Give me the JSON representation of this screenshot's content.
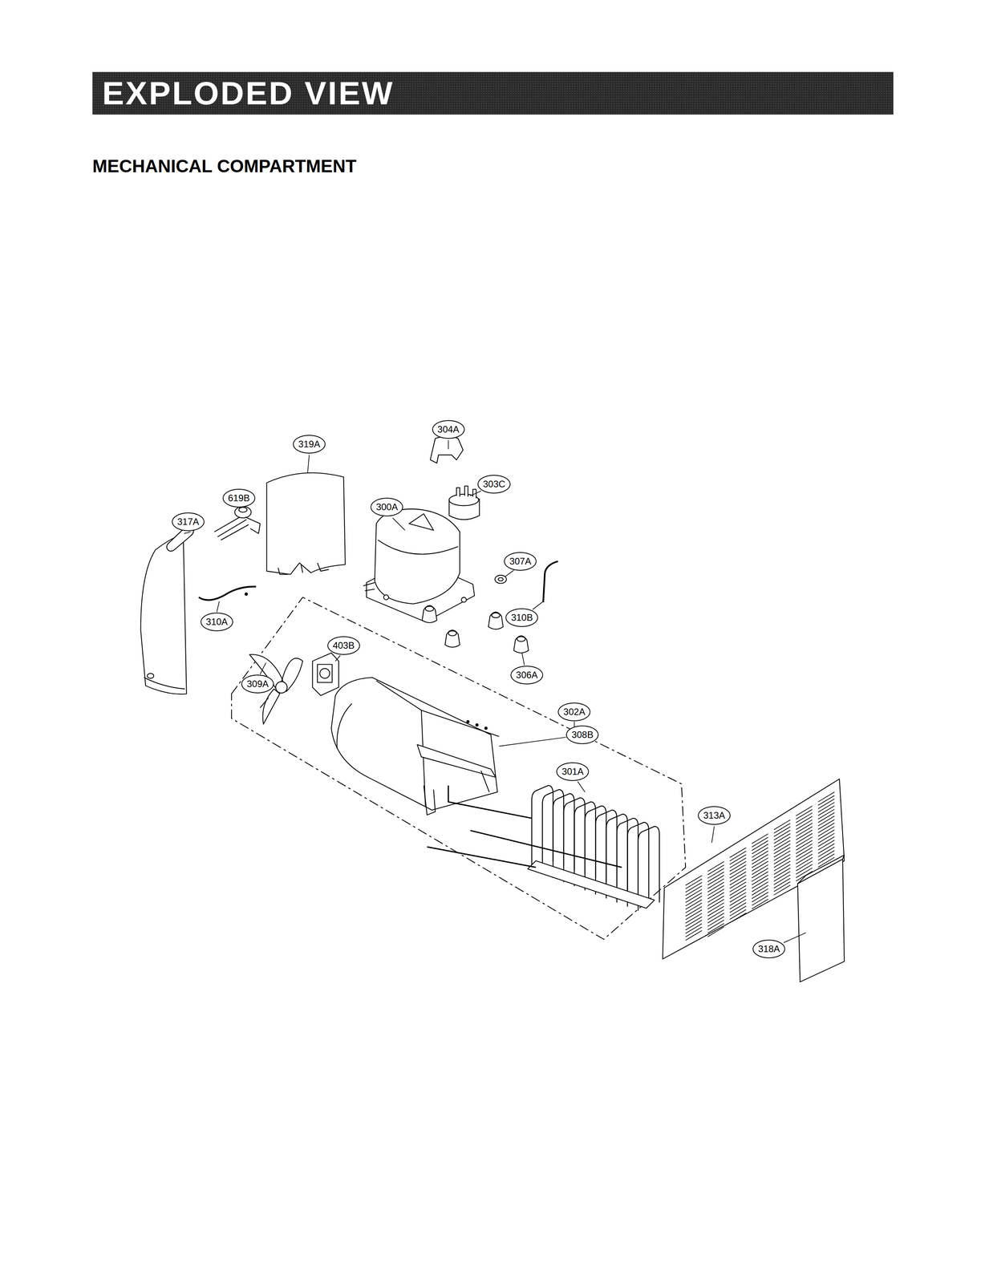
{
  "diagram": {
    "title": "EXPLODED VIEW",
    "labels": [
      "MECHANICAL COMPARTMENT",
      "304A",
      "319A",
      "303C",
      "619B",
      "300A",
      "317A",
      "307A",
      "310B",
      "310A",
      "306A",
      "403B",
      "309A",
      "302A",
      "308B",
      "301A",
      "313A",
      "318A"
    ]
  }
}
